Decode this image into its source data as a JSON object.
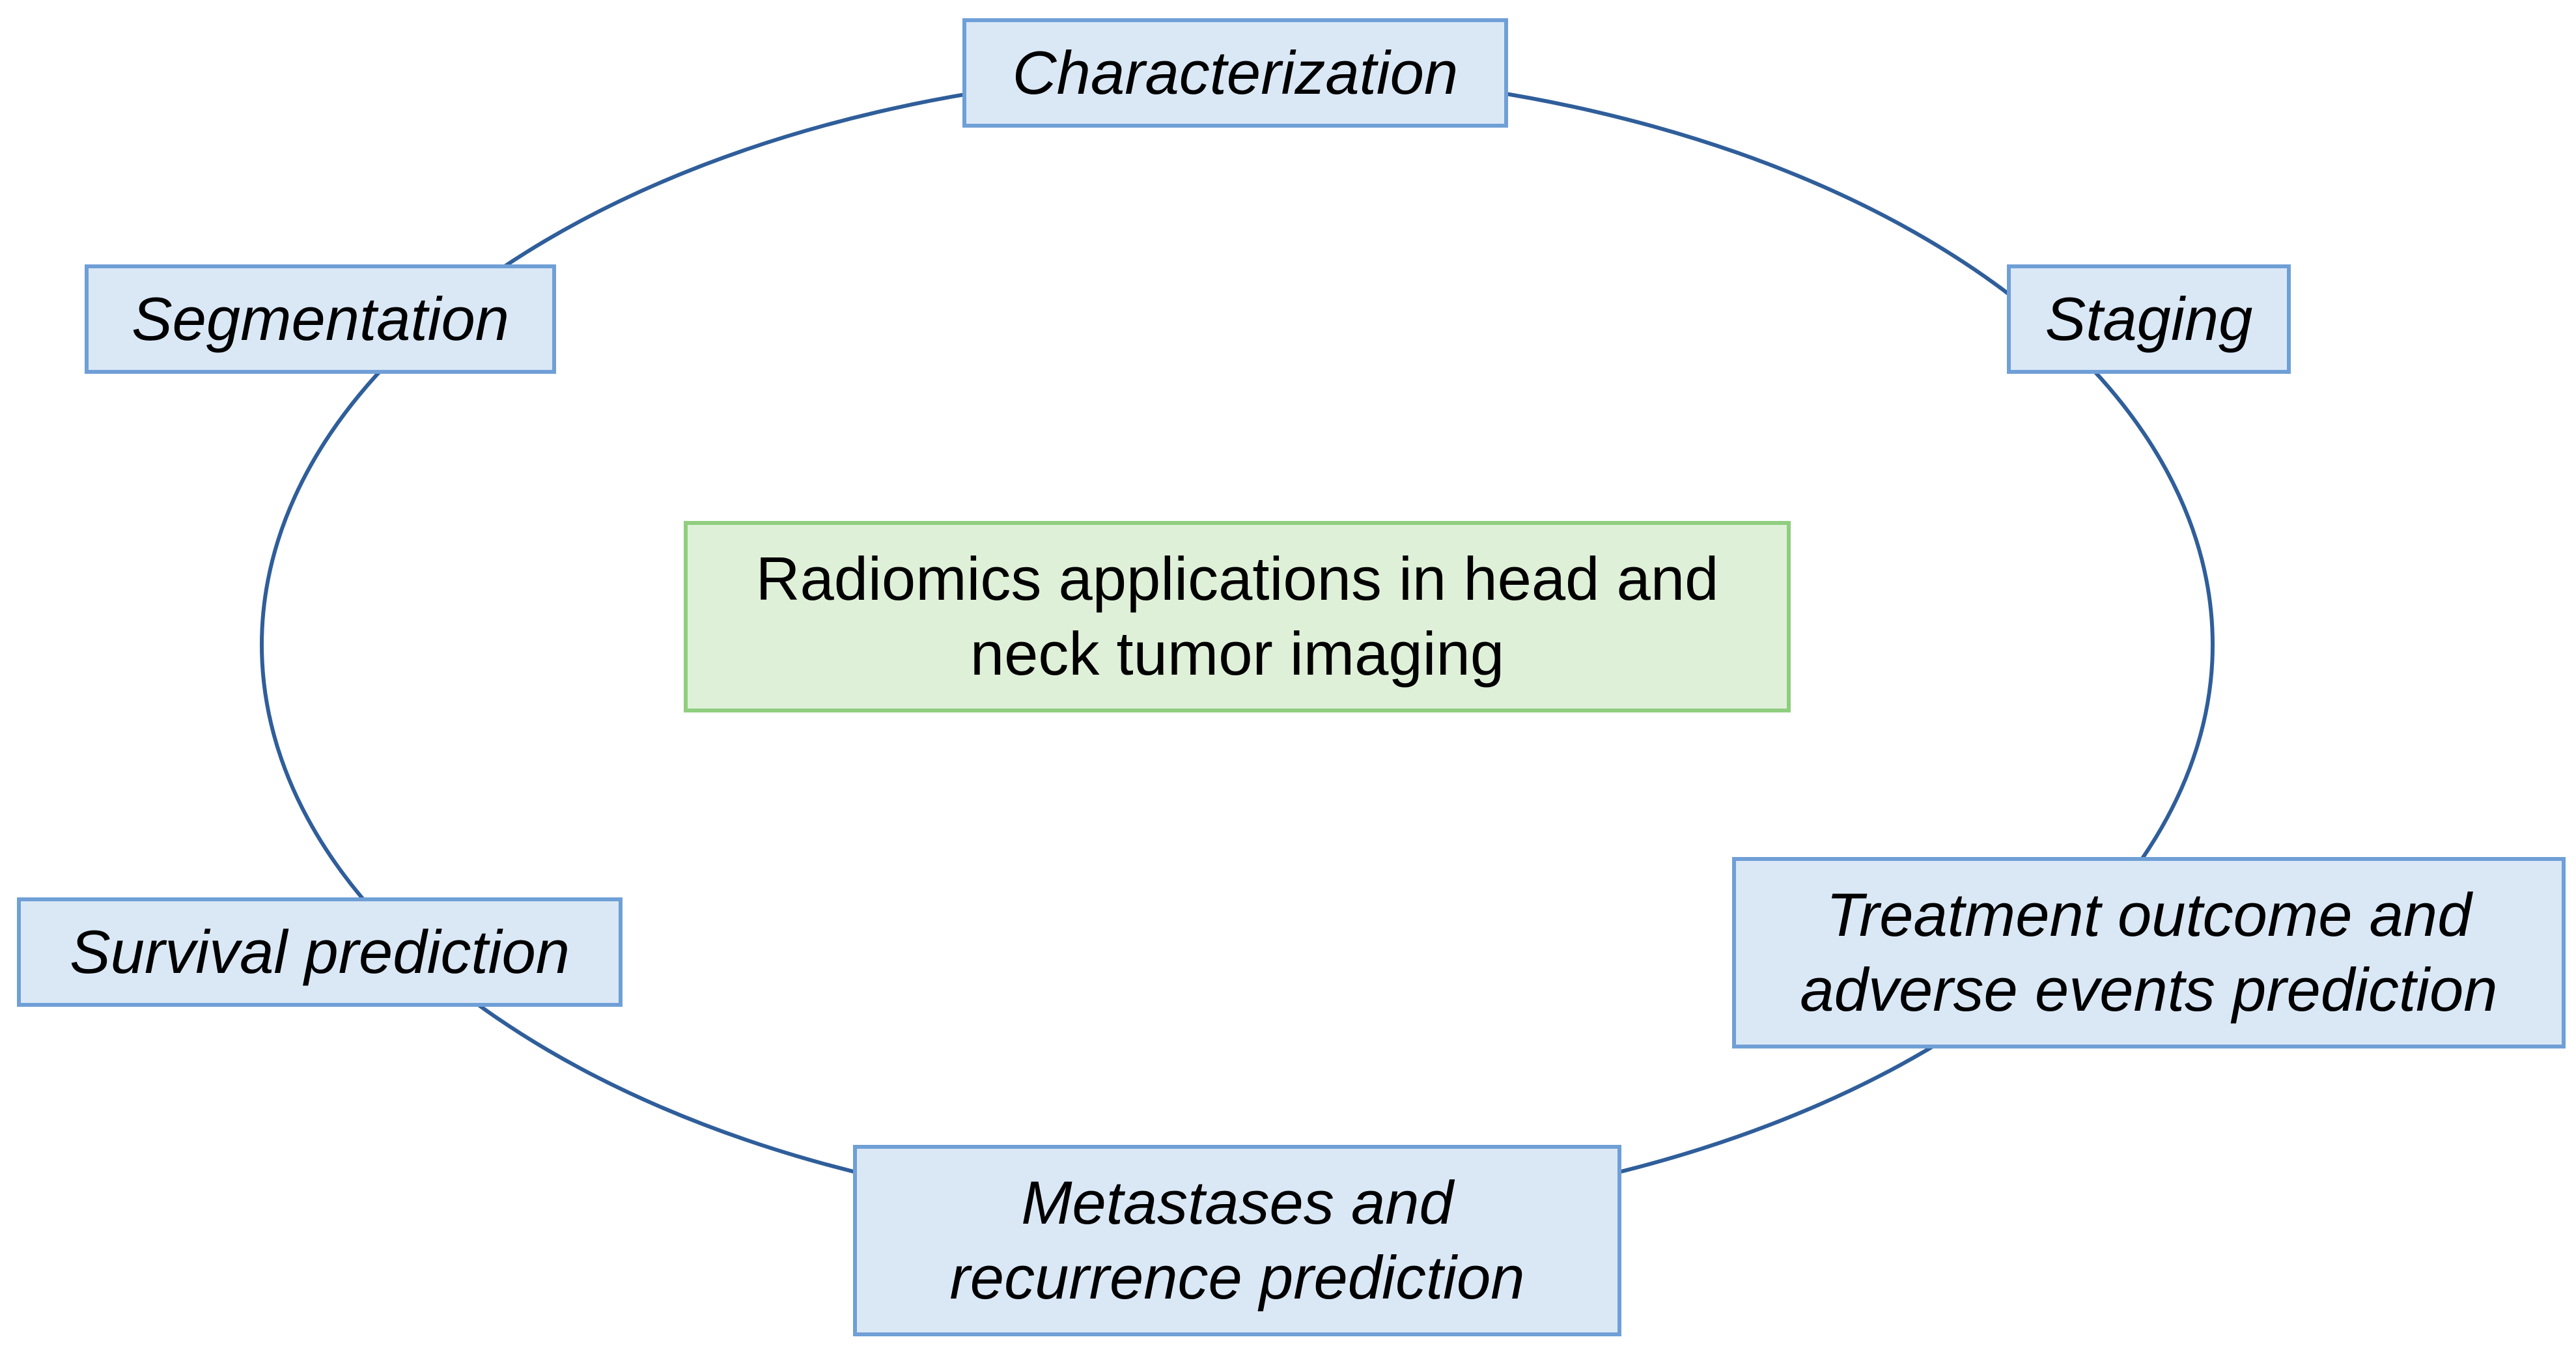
{
  "diagram": {
    "center": {
      "text": "Radiomics applications in head and\nneck tumor imaging",
      "fill": "#dff0d8",
      "border": "#8fce7f"
    },
    "applications": [
      {
        "id": "characterization",
        "text": "Characterization"
      },
      {
        "id": "staging",
        "text": "Staging"
      },
      {
        "id": "treatment",
        "text": "Treatment outcome and\nadverse events prediction"
      },
      {
        "id": "metastases",
        "text": "Metastases and\nrecurrence prediction"
      },
      {
        "id": "survival",
        "text": "Survival prediction"
      },
      {
        "id": "segmentation",
        "text": "Segmentation"
      }
    ],
    "colors": {
      "box_fill": "#dae8f6",
      "box_border": "#6f9fd6",
      "cycle_line": "#2f5e9a"
    }
  }
}
